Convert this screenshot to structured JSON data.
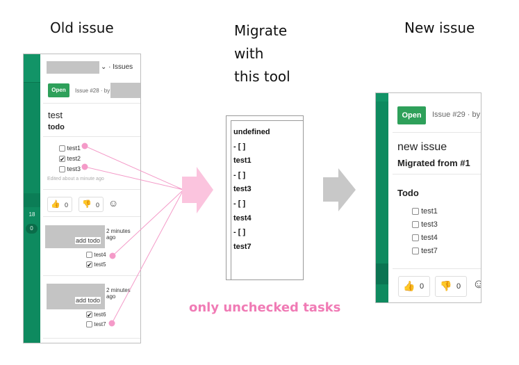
{
  "headings": {
    "old": "Old issue",
    "migrate": [
      "Migrate",
      "with",
      "this tool"
    ],
    "new": "New issue"
  },
  "caption": "only unchecked tasks",
  "old_issue": {
    "issues_label": "· Issues",
    "open_label": "Open",
    "issue_ref": "Issue #28 · by",
    "title": "test",
    "description": "todo",
    "tasks": [
      {
        "label": "test1",
        "checked": false
      },
      {
        "label": "test2",
        "checked": true
      },
      {
        "label": "test3",
        "checked": false
      }
    ],
    "edited": "Edited about a minute ago",
    "reactions": [
      "0",
      "0"
    ],
    "sidebar_counts": [
      "18",
      "0"
    ],
    "comments": [
      {
        "time": "2 minutes ago",
        "body": "add todo",
        "tasks": [
          {
            "label": "test4",
            "checked": false
          },
          {
            "label": "test5",
            "checked": true
          }
        ]
      },
      {
        "time": "2 minutes ago",
        "body": "add todo",
        "tasks": [
          {
            "label": "test6",
            "checked": true
          },
          {
            "label": "test7",
            "checked": false
          }
        ]
      }
    ]
  },
  "tool_output": {
    "lines": [
      "undefined",
      "- [ ]",
      "test1",
      "- [ ]",
      "test3",
      "- [ ]",
      "test4",
      "- [ ]",
      "test7"
    ]
  },
  "new_issue": {
    "open_label": "Open",
    "issue_ref": "Issue #29 · by",
    "title": "new issue",
    "subtitle": "Migrated from #1",
    "todo_label": "Todo",
    "tasks": [
      "test1",
      "test3",
      "test4",
      "test7"
    ],
    "reactions": [
      "0",
      "0"
    ]
  },
  "colors": {
    "gitlab_green": "#0e8a5f",
    "open_button": "#2ea05a",
    "pink_marker": "#f49ac8",
    "pink_arrow": "#fbc4de",
    "gray_arrow": "#c8c8c8",
    "caption_pink": "#f07bb5"
  }
}
